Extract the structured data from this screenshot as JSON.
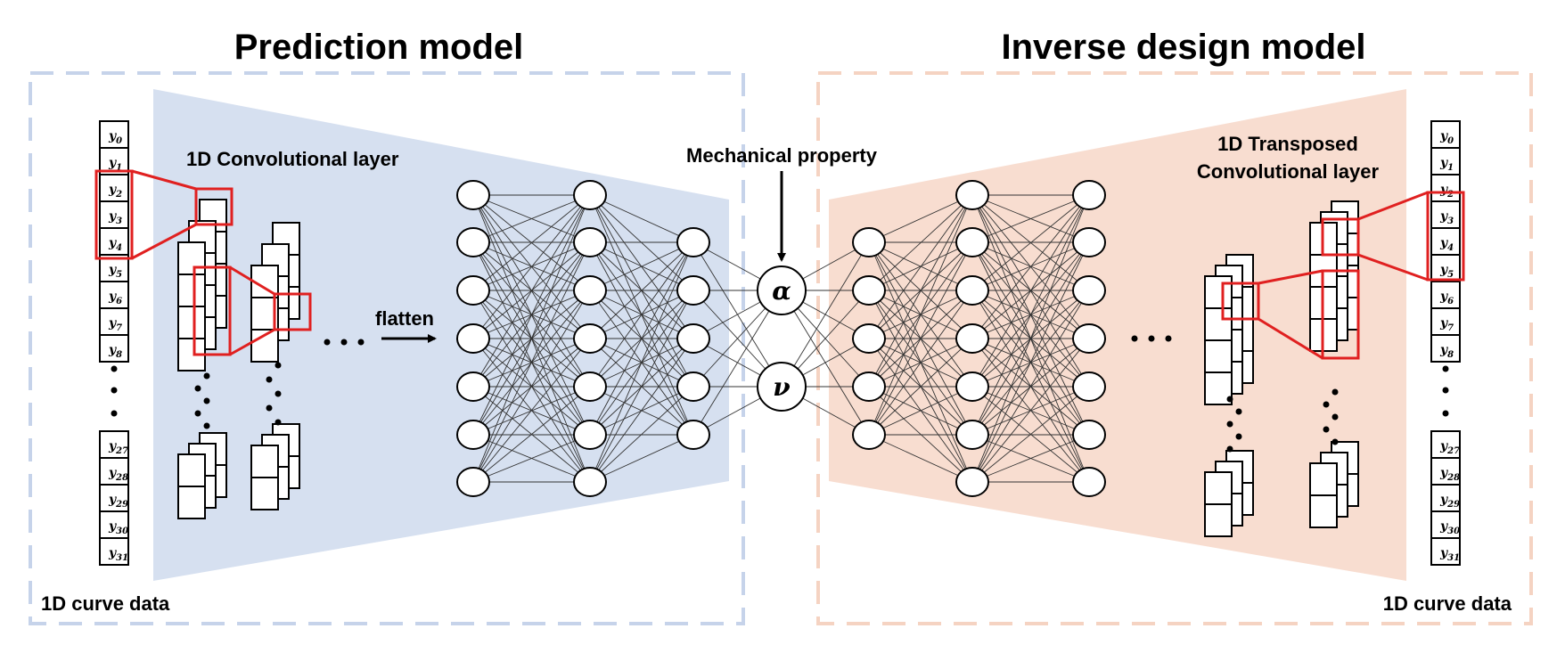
{
  "titles": {
    "prediction": "Prediction model",
    "inverse": "Inverse design model"
  },
  "labels": {
    "conv": "1D Convolutional layer",
    "tconv_line1": "1D Transposed",
    "tconv_line2": "Convolutional layer",
    "flatten": "flatten",
    "mech": "Mechanical property",
    "curve_left": "1D curve data",
    "curve_right": "1D curve data"
  },
  "latent": {
    "alpha": "α",
    "nu": "ν"
  },
  "curve_vector": {
    "symbol": "y",
    "top_indices": [
      "0",
      "1",
      "2",
      "3",
      "4",
      "5",
      "6",
      "7",
      "8"
    ],
    "bottom_indices": [
      "27",
      "28",
      "29",
      "30",
      "31"
    ]
  },
  "colors": {
    "prediction_fill": "#d6e0f0",
    "inverse_fill": "#f8ddd0",
    "prediction_border": "#c6d3ea",
    "inverse_border": "#f5d3c2",
    "highlight": "#e02020"
  }
}
